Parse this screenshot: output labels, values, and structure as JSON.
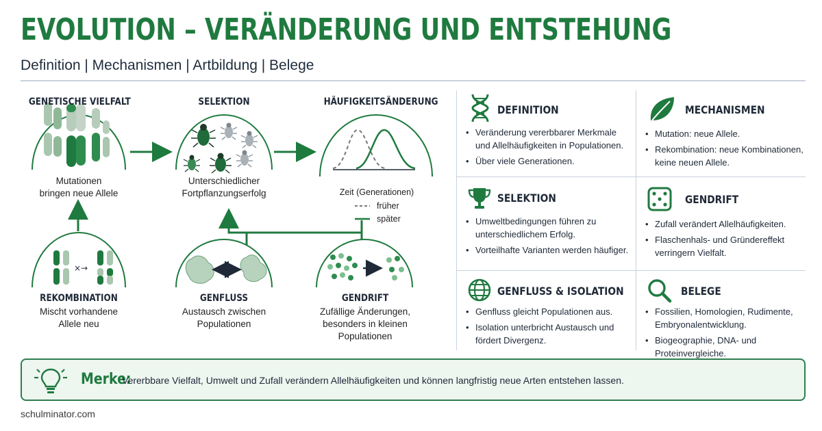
{
  "header": {
    "title": "EVOLUTION – VERÄNDERUNG UND ENTSTEHUNG",
    "subtitle": "Definition | Mechanismen | Artbildung | Belege"
  },
  "diagram": {
    "genetic": {
      "heading": "GENETISCHE VIELFALT",
      "caption_1": "Mutationen",
      "caption_2": "bringen neue Allele"
    },
    "selection": {
      "heading": "SELEKTION",
      "caption_1": "Unterschiedlicher",
      "caption_2": "Fortpflanzungserfolg"
    },
    "frequency": {
      "heading": "HÄUFIGKEITSÄNDERUNG",
      "axis_label": "Zeit (Generationen)",
      "legend_before": "früher",
      "legend_after": "später"
    },
    "recombination": {
      "heading": "REKOMBINATION",
      "caption_1": "Mischt vorhandene",
      "caption_2": "Allele neu"
    },
    "geneflow": {
      "heading": "GENFLUSS",
      "caption_1": "Austausch zwischen",
      "caption_2": "Populationen"
    },
    "drift": {
      "heading": "GENDRIFT",
      "caption_1": "Zufällige Änderungen,",
      "caption_2": "besonders in kleinen",
      "caption_3": "Populationen"
    }
  },
  "cards": {
    "definition": {
      "title": "DEFINITION",
      "icon": "dna-icon",
      "bullets": [
        "Veränderung vererbbarer Merkmale und Allelhäufigkeiten in Populationen.",
        "Über viele Generationen."
      ]
    },
    "mechanisms": {
      "title": "MECHANISMEN",
      "icon": "leaf-icon",
      "bullets": [
        "Mutation: neue Allele.",
        "Rekombination: neue Kombinationen, keine neuen Allele."
      ]
    },
    "selection": {
      "title": "SELEKTION",
      "icon": "trophy-icon",
      "bullets": [
        "Umweltbedingungen führen zu unterschiedlichem Erfolg.",
        "Vorteilhafte Varianten werden häufiger."
      ]
    },
    "drift": {
      "title": "GENDRIFT",
      "icon": "dice-icon",
      "bullets": [
        "Zufall verändert Allelhäufigkeiten.",
        "Flaschenhals- und Gründereffekt verringern Vielfalt."
      ]
    },
    "geneflow": {
      "title": "GENFLUSS & ISOLATION",
      "icon": "globe-icon",
      "bullets": [
        "Genfluss gleicht Populationen aus.",
        "Isolation unterbricht Austausch und fördert Divergenz."
      ]
    },
    "evidence": {
      "title": "BELEGE",
      "icon": "magnifier-icon",
      "bullets": [
        "Fossilien, Homologien, Rudimente, Embryonalentwicklung.",
        "Biogeographie, DNA- und Proteinvergleiche."
      ]
    }
  },
  "merke": {
    "label": "Merke:",
    "text": "Vererbbare Vielfalt, Umwelt und Zufall verändern Allelhäufigkeiten und können langfristig neue Arten entstehen lassen.",
    "icon": "lightbulb-icon"
  },
  "footer": {
    "text": "schulminator.com"
  },
  "colors": {
    "accent": "#1f7a3f",
    "accent_light": "#7dbf8f",
    "ink": "#1f2937",
    "divider": "#c9d2dd",
    "merke_bg": "#eef6f0"
  }
}
